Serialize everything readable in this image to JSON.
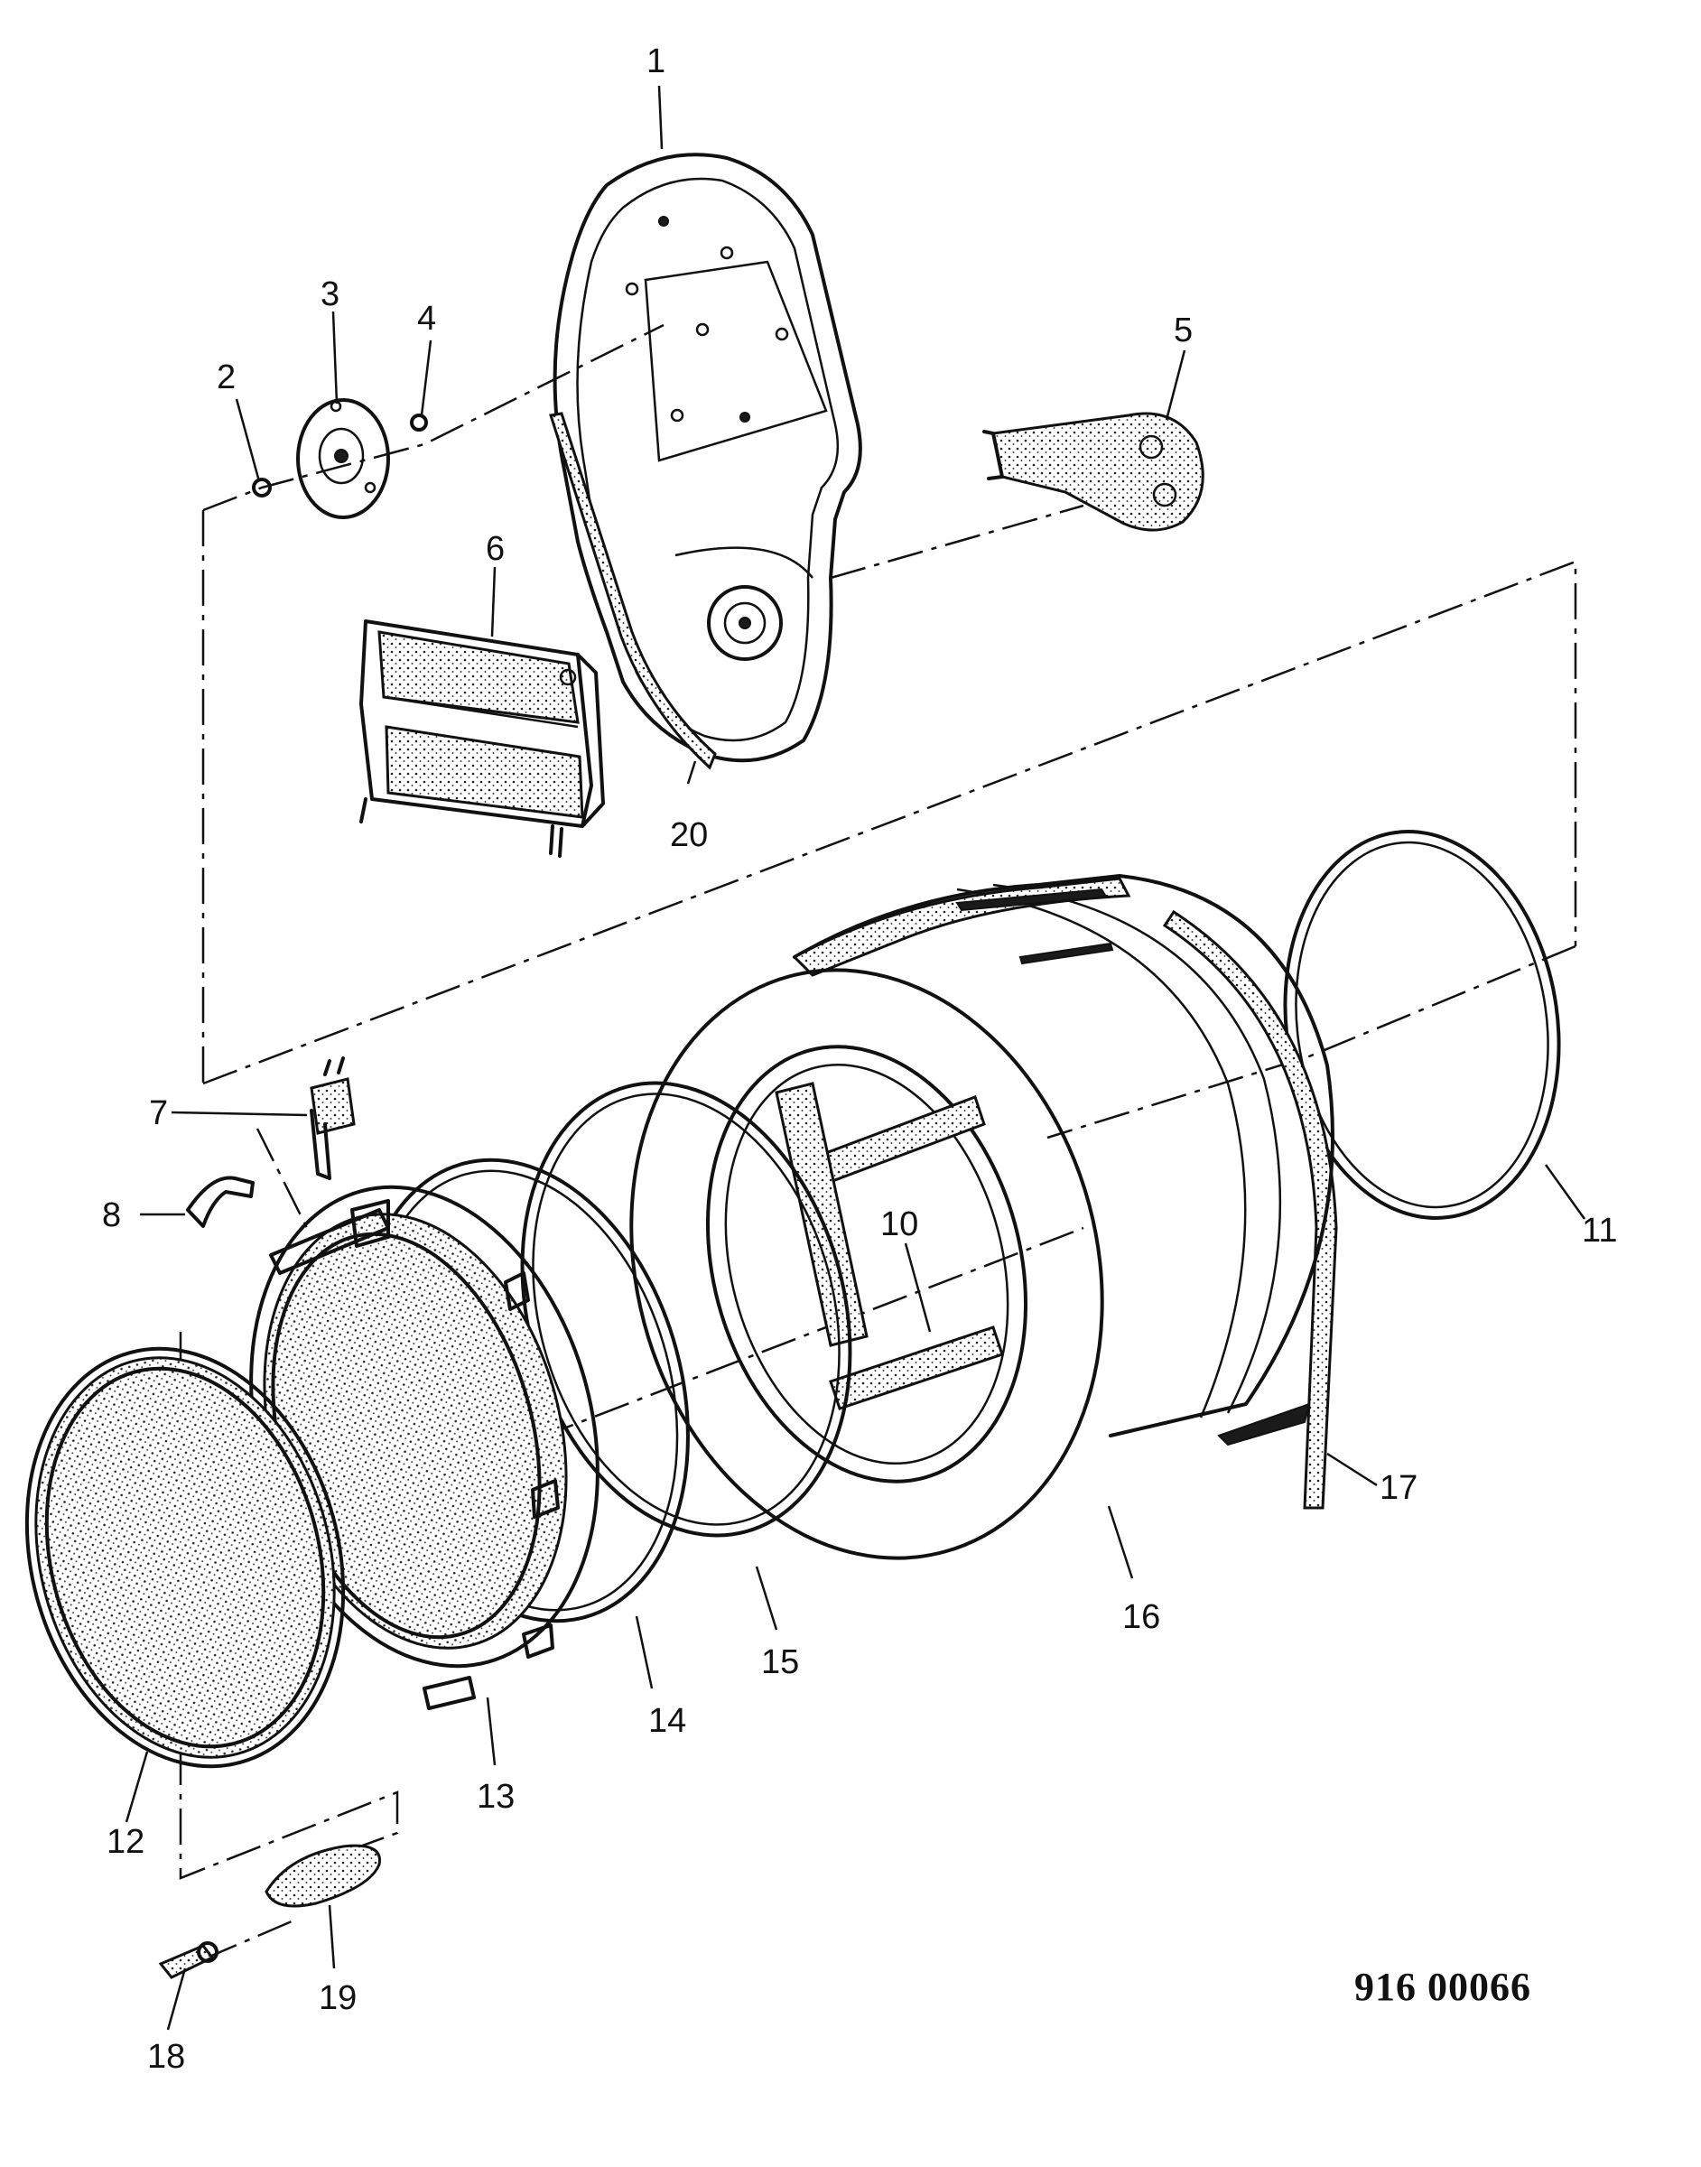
{
  "doc_number": "916 00066",
  "callouts": [
    {
      "id": "1",
      "label": "1"
    },
    {
      "id": "2",
      "label": "2"
    },
    {
      "id": "3",
      "label": "3"
    },
    {
      "id": "4",
      "label": "4"
    },
    {
      "id": "5",
      "label": "5"
    },
    {
      "id": "6",
      "label": "6"
    },
    {
      "id": "7",
      "label": "7"
    },
    {
      "id": "8",
      "label": "8"
    },
    {
      "id": "10",
      "label": "10"
    },
    {
      "id": "11",
      "label": "11"
    },
    {
      "id": "12",
      "label": "12"
    },
    {
      "id": "13",
      "label": "13"
    },
    {
      "id": "14",
      "label": "14"
    },
    {
      "id": "15",
      "label": "15"
    },
    {
      "id": "16",
      "label": "16"
    },
    {
      "id": "17",
      "label": "17"
    },
    {
      "id": "18",
      "label": "18"
    },
    {
      "id": "19",
      "label": "19"
    },
    {
      "id": "20",
      "label": "20"
    }
  ]
}
